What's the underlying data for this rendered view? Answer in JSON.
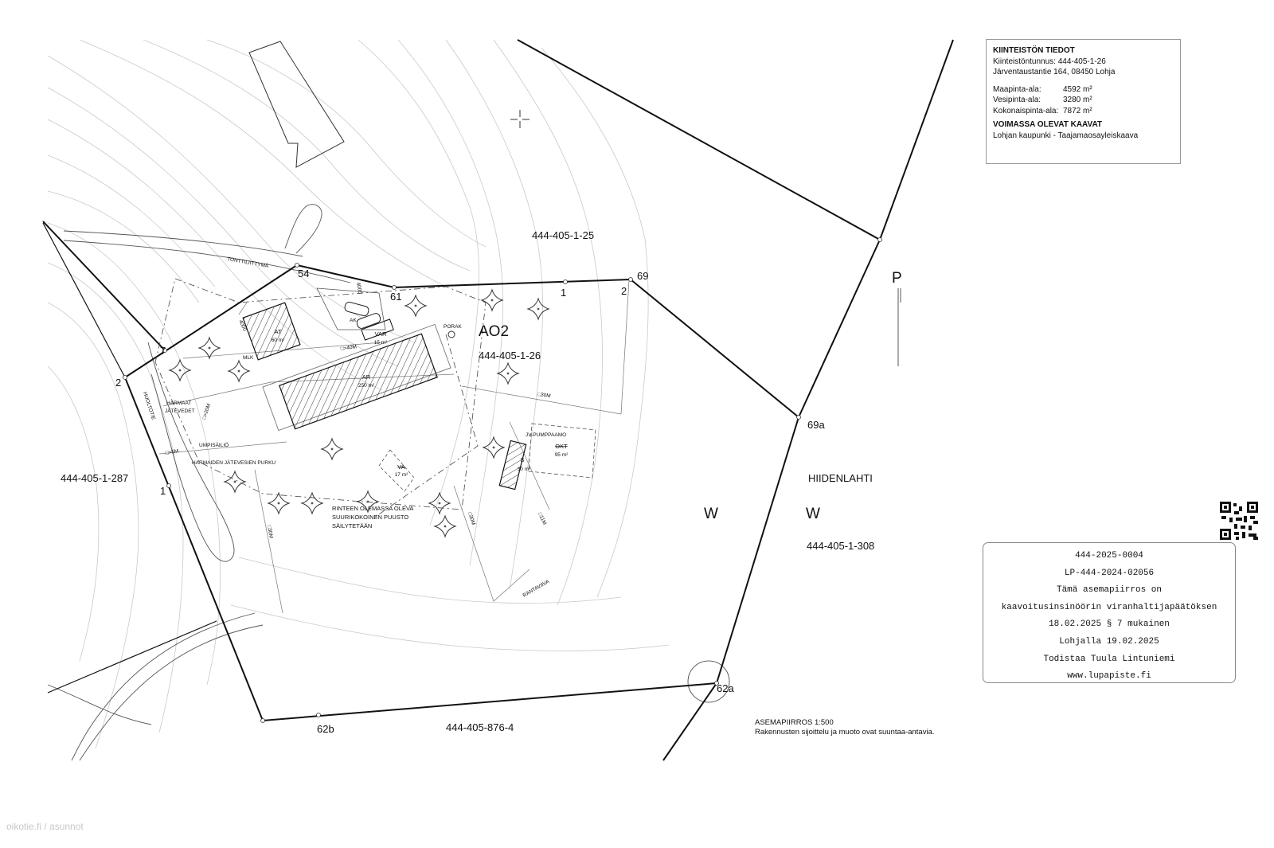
{
  "info": {
    "title": "KIINTEISTÖN TIEDOT",
    "tunnus": "Kiinteistöntunnus: 444-405-1-26",
    "address": "Järventaustantie 164, 08450 Lohja",
    "areas": [
      {
        "label": "Maapinta-ala:",
        "value": "4592 m²"
      },
      {
        "label": "Vesipinta-ala:",
        "value": "3280 m²"
      },
      {
        "label": "Kokonaispinta-ala:",
        "value": "7872 m²"
      }
    ],
    "plans_title": "VOIMASSA OLEVAT KAAVAT",
    "plans_text": "Lohjan kaupunki - Taajamaosayleiskaava"
  },
  "stamp": [
    "444-2025-0004",
    "LP-444-2024-02056",
    "Tämä asemapiirros on",
    "kaavoitusinsinöörin viranhaltijapäätöksen",
    "18.02.2025 § 7 mukainen",
    "Lohjalla 19.02.2025",
    "Todistaa Tuula Lintuniemi",
    "www.lupapiste.fi"
  ],
  "note": {
    "scale": "ASEMAPIIRROS 1:500",
    "text": "Rakennusten sijoittelu ja muoto ovat suuntaa-antavia."
  },
  "footer": "oikotie.fi / asunnot",
  "map": {
    "parcel_main": "444-405-1-26",
    "zone": "AO2",
    "parcel_north": "444-405-1-25",
    "parcel_west": "444-405-1-287",
    "parcel_south": "444-405-876-4",
    "parcel_water": "444-405-1-308",
    "lake": "HIIDENLAHTI",
    "water_sym_1": "W",
    "water_sym_2": "W",
    "p_sym": "P",
    "points": {
      "p54": "54",
      "p61": "61",
      "p69": "69",
      "p1a": "1",
      "p2a": "2",
      "p7": "7",
      "p2b": "2",
      "p1b": "1",
      "p69a": "69a",
      "p62a": "62a",
      "p62b": "62b"
    },
    "road_access": "TONTTILIITTYMÄ",
    "road_service": "HUOLTOTIE",
    "shore_path": "RANTAVIIVA",
    "buildings": {
      "at_label": "AT",
      "at_area": "60 m²",
      "ar_label": "AR",
      "ar_area": "250 m²",
      "var_label": "VAR",
      "var_area": "15 m²",
      "s_label": "S",
      "s_area": "30 m²",
      "okt_label": "OKT",
      "okt_area": "95 m²",
      "va_label": "VA",
      "va_area": "17 m²"
    },
    "labels": {
      "ak": "AK",
      "porak": "PORAK",
      "mlk": "MLK",
      "grey_water_1": "HARMAAT",
      "grey_water_2": "JÄTEVEDET",
      "septic": "UMPISÄILIÖ",
      "discharge": "HARMAIDEN JÄTEVESIEN PURKU",
      "pump": "JV-PUMPPAAMO",
      "trees_1": "RINTEEN OLEMASSA OLEVA",
      "trees_2": "SUURIKOKOINEN PUUSTO",
      "trees_3": "SÄILYTETÄÄN"
    },
    "dims": {
      "d4000a": "4000",
      "d4000b": "4000",
      "d40m": "□>40M",
      "d20m": "□>20M",
      "d5m": "□>5M",
      "d30m_a": "□30M",
      "d30m_b": "□30M",
      "d30m_c": "□30M",
      "d11m": "□11M"
    }
  }
}
